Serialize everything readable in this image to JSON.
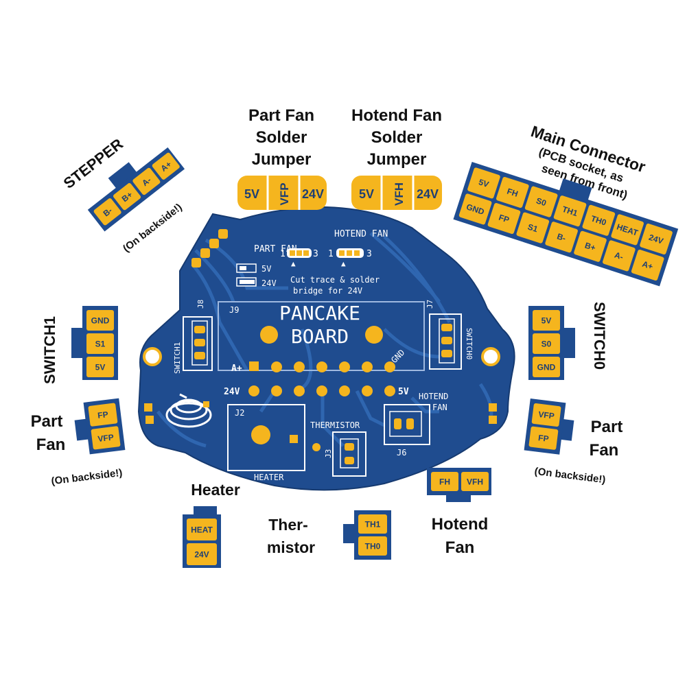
{
  "labels": {
    "stepper": "STEPPER",
    "stepper_note": "(On backside!)",
    "part_fan_jumper": [
      "Part Fan",
      "Solder",
      "Jumper"
    ],
    "hotend_fan_jumper": [
      "Hotend Fan",
      "Solder",
      "Jumper"
    ],
    "main_connector": "Main Connector",
    "main_connector_note_1": "(PCB socket, as",
    "main_connector_note_2": "seen from front)",
    "switch1": "SWITCH1",
    "switch0": "SWITCH0",
    "part_fan_left": [
      "Part",
      "Fan"
    ],
    "part_fan_left_note": "(On backside!)",
    "part_fan_right": [
      "Part",
      "Fan"
    ],
    "part_fan_right_note": "(On backside!)",
    "heater": "Heater",
    "thermistor": [
      "Ther-",
      "mistor"
    ],
    "hotend_fan": [
      "Hotend",
      "Fan"
    ]
  },
  "connectors": {
    "stepper": [
      "B-",
      "B+",
      "A-",
      "A+"
    ],
    "part_fan_jumper": [
      "5V",
      "VFP",
      "24V"
    ],
    "hotend_fan_jumper": [
      "5V",
      "VFH",
      "24V"
    ],
    "main_row1": [
      "5V",
      "FH",
      "S0",
      "TH1",
      "TH0",
      "HEAT",
      "24V"
    ],
    "main_row2": [
      "GND",
      "FP",
      "S1",
      "B-",
      "B+",
      "A-",
      "A+"
    ],
    "switch1": [
      "GND",
      "S1",
      "5V"
    ],
    "switch0": [
      "5V",
      "S0",
      "GND"
    ],
    "part_fan_left": [
      "FP",
      "VFP"
    ],
    "part_fan_right": [
      "VFP",
      "FP"
    ],
    "heater": [
      "HEAT",
      "24V"
    ],
    "thermistor": [
      "TH1",
      "TH0"
    ],
    "hotend_fan": [
      "FH",
      "VFH"
    ]
  },
  "pcb": {
    "title_1": "PANCAKE",
    "title_2": "BOARD",
    "part_fan": "PART FAN",
    "hotend_fan": "HOTEND FAN",
    "jumper_1": "1",
    "jumper_3": "3",
    "legend_5v": "5V",
    "legend_24v": "24V",
    "cut_note_1": "Cut trace & solder",
    "cut_note_2": "bridge for 24V",
    "j7": "J7",
    "j8": "J8",
    "j9": "J9",
    "j2": "J2",
    "j3": "J3",
    "j6": "J6",
    "switch1": "SWITCH1",
    "switch0": "SWITCH0",
    "a_plus": "A+",
    "gnd": "GND",
    "v24": "24V",
    "v5": "5V",
    "hotend_fan_1": "HOTEND",
    "hotend_fan_2": "FAN",
    "thermistor": "THERMISTOR",
    "heater": "HEATER"
  },
  "colors": {
    "pcb_blue": "#1f4c8f",
    "trace_blue": "#2f66b0",
    "pad_gold": "#f5b51e",
    "connector_body": "#1f4c8f"
  }
}
